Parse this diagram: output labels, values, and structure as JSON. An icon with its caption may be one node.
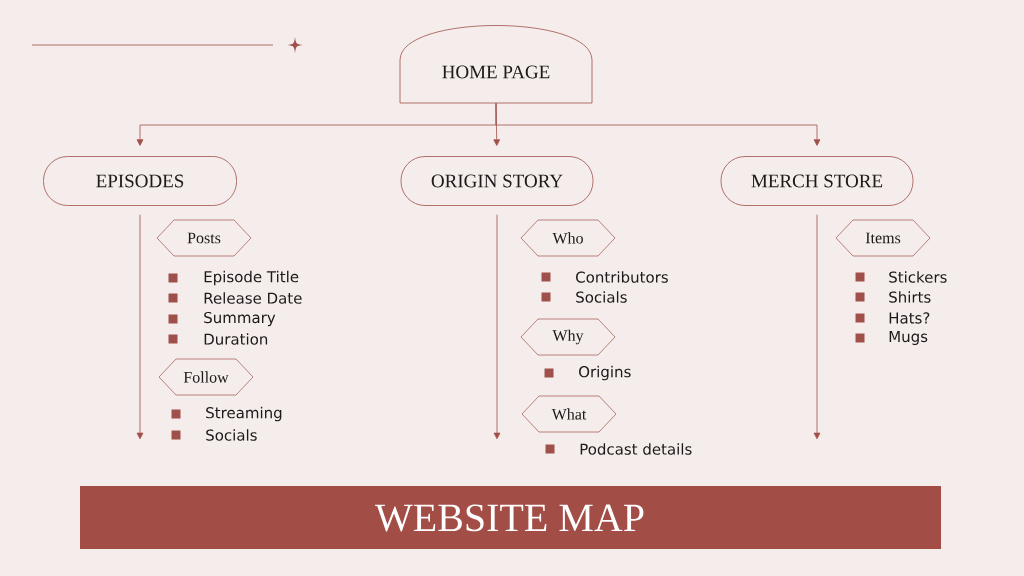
{
  "diagram": {
    "title": "WEBSITE MAP",
    "nodes": [
      {
        "text": [
          "HOME PAGE"
        ]
      },
      {
        "text": [
          "EPISODES"
        ]
      },
      {
        "text": [
          "ORIGIN STORY"
        ]
      },
      {
        "text": [
          "MERCH STORE"
        ]
      },
      {
        "text": [
          "Posts"
        ]
      },
      {
        "text": [
          "Follow"
        ]
      },
      {
        "text": [
          "Who"
        ]
      },
      {
        "text": [
          "Why"
        ]
      },
      {
        "text": [
          "What"
        ]
      },
      {
        "text": [
          "Items"
        ]
      }
    ],
    "edges": [
      {
        "from": 0,
        "to": 1,
        "arrow": "to"
      },
      {
        "from": 0,
        "to": 2,
        "arrow": "to"
      },
      {
        "from": 0,
        "to": 3,
        "arrow": "to"
      },
      {
        "from": 1,
        "to": null,
        "arrow": "to"
      },
      {
        "from": 2,
        "to": null,
        "arrow": "to"
      },
      {
        "from": 3,
        "to": null,
        "arrow": "to"
      }
    ],
    "labels": [
      "Episode Title",
      "Release Date",
      "Summary",
      "Duration",
      "Streaming",
      "Socials",
      "Contributors",
      "Socials",
      "Origins",
      "Podcast details",
      "Stickers",
      "Shirts",
      "Hats?",
      "Mugs"
    ]
  }
}
